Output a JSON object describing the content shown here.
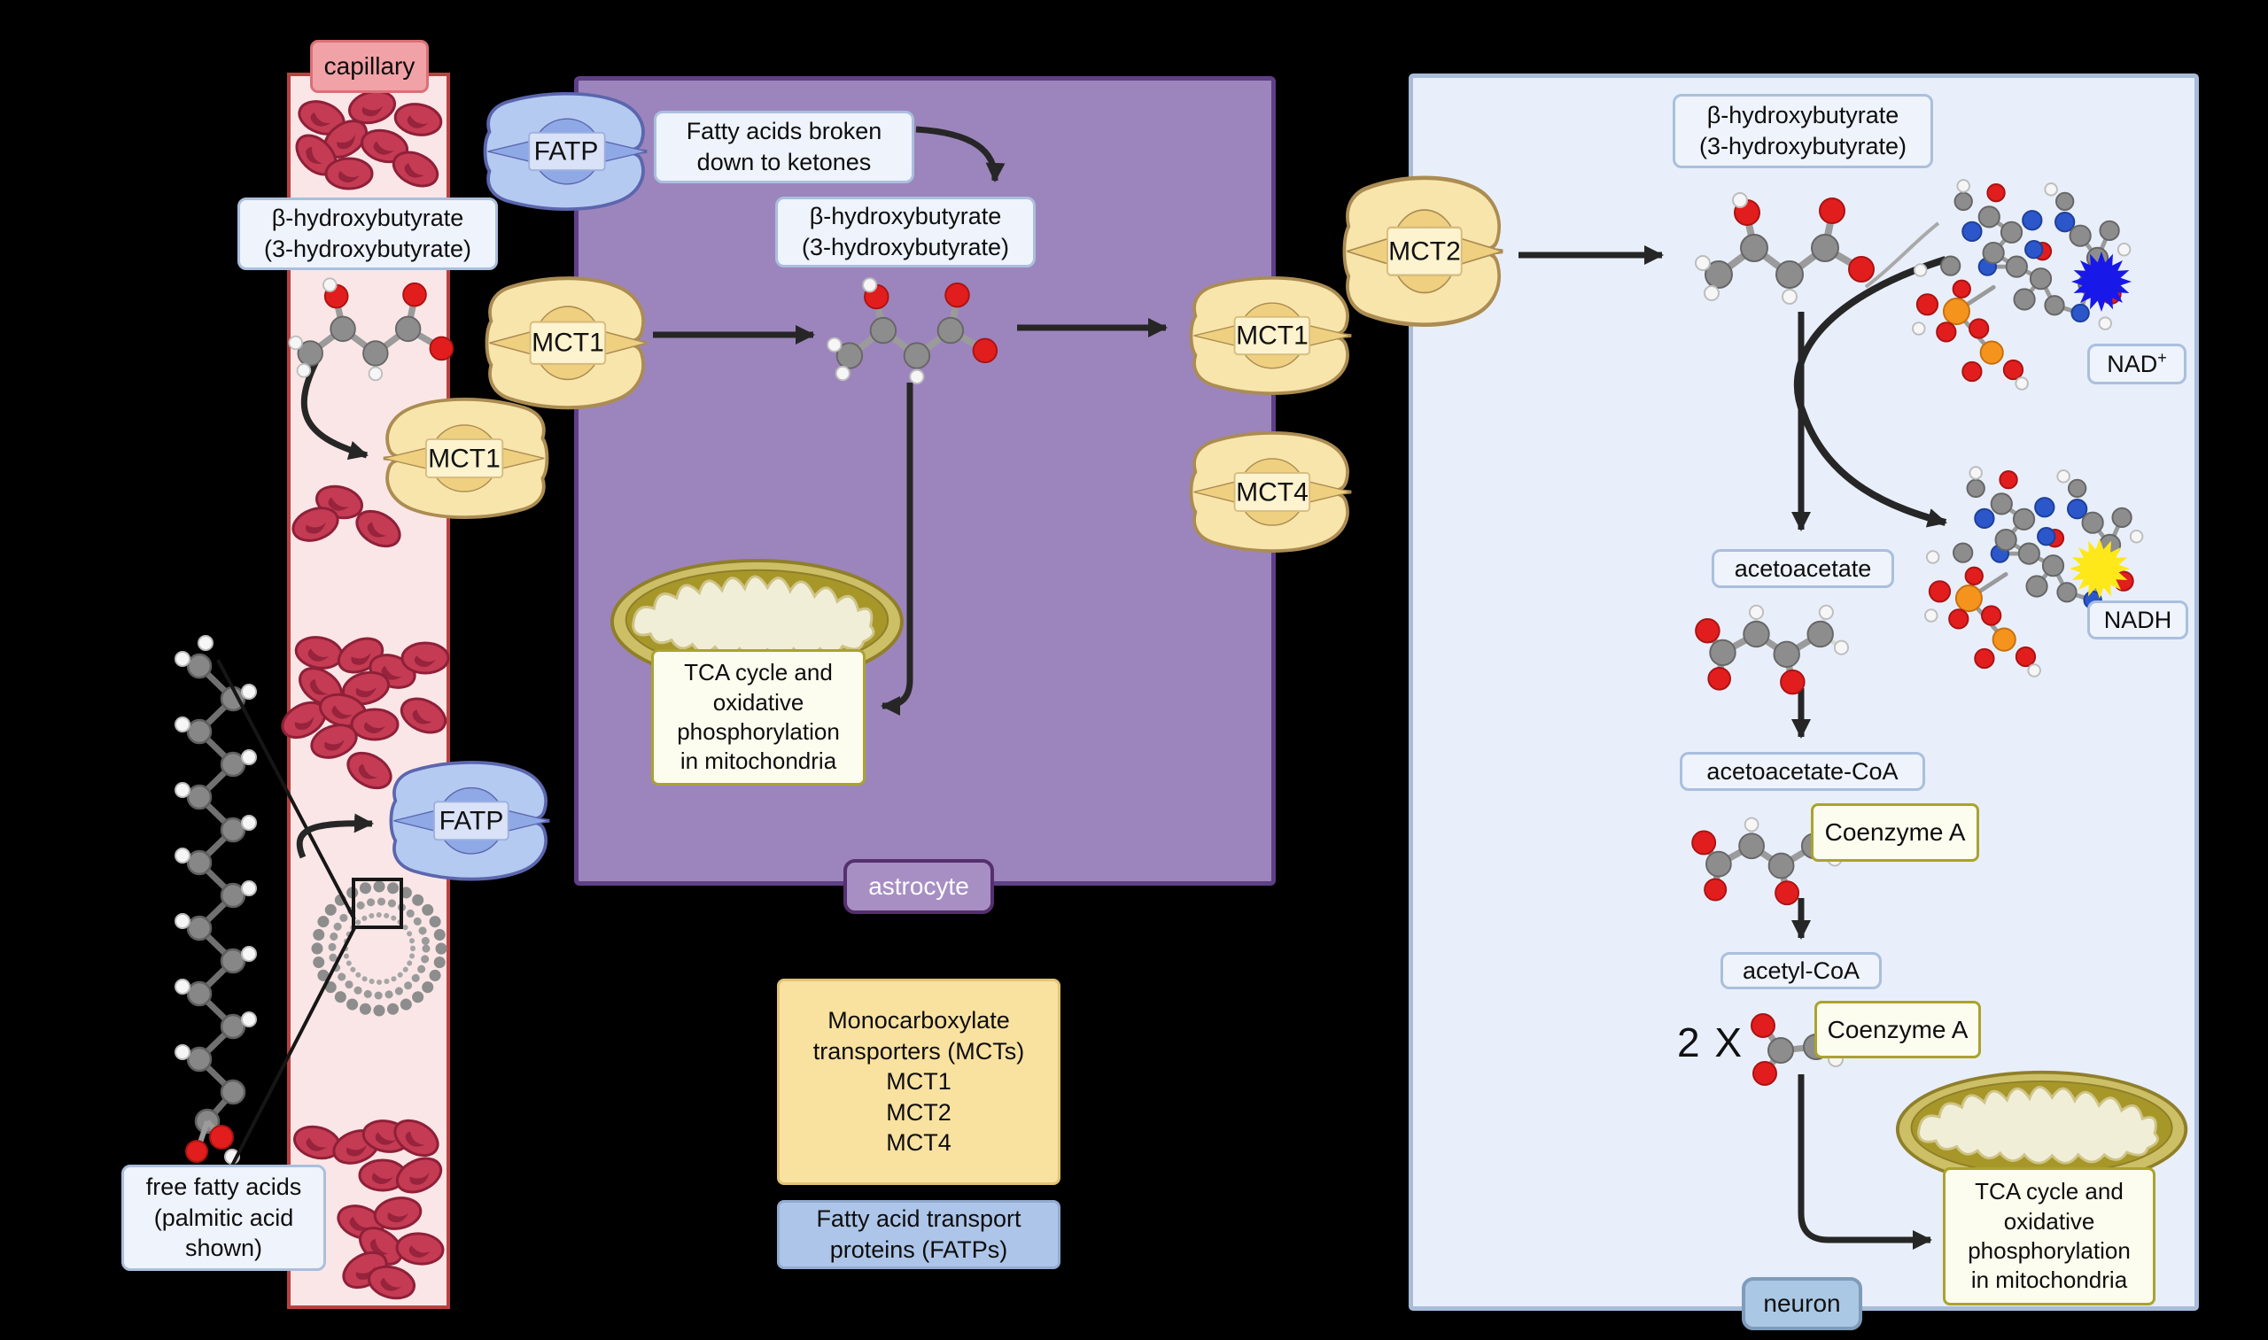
{
  "regions": {
    "capillary_tag": "capillary",
    "astrocyte_tag": "astrocyte",
    "neuron_tag": "neuron"
  },
  "transporters": {
    "mct1": "MCT1",
    "mct2": "MCT2",
    "mct4": "MCT4",
    "fatp": "FATP"
  },
  "labels": {
    "bhb_line1": "β-hydroxybutyrate",
    "bhb_line2": "(3-hydroxybutyrate)",
    "fatty_line1": "Fatty acids broken",
    "fatty_line2": "down to ketones",
    "tca_line1": "TCA cycle and",
    "tca_line2": "oxidative",
    "tca_line3": "phosphorylation",
    "tca_line4": "in mitochondria",
    "acetoacetate": "acetoacetate",
    "acetoacetate_coa": "acetoacetate-CoA",
    "acetyl_coa": "acetyl-CoA",
    "coenzyme_a": "Coenzyme A",
    "multiplier": "2 X",
    "nad_base": "NAD",
    "nad_superscript": "+",
    "nadh": "NADH",
    "ffa_line1": "free fatty acids",
    "ffa_line2": "(palmitic acid",
    "ffa_line3": "shown)"
  },
  "legend": {
    "mct_line1": "Monocarboxylate",
    "mct_line2": "transporters (MCTs)",
    "mct_item1": "MCT1",
    "mct_item2": "MCT2",
    "mct_item3": "MCT4",
    "fatp_line1": "Fatty acid transport",
    "fatp_line2": "proteins (FATPs)"
  },
  "colors": {
    "background": "#000000",
    "capillary_fill": "#fbe6e7",
    "capillary_border": "#ba4141",
    "astrocyte_fill": "#9c85bc",
    "astrocyte_border": "#5f4086",
    "neuron_fill": "#e8effa",
    "neuron_border": "#a8bcd9",
    "mct_fill": "#f8e5ab",
    "mct_border": "#ab8c52",
    "fatp_fill": "#b4caf1",
    "fatp_border": "#5b66ad",
    "label_box_fill": "#eef3fc",
    "label_box_border": "#aabfdd",
    "coa_box_border": "#aaa32e",
    "legend_mct_fill": "#f9e1a0",
    "legend_fatp_fill": "#adc5e8",
    "mitochondria_olive": "#a79729",
    "rbc_red": "#c53b54",
    "nad_burst": "#1818e8",
    "nadh_burst": "#ffe81a",
    "arrow": "#262626"
  }
}
